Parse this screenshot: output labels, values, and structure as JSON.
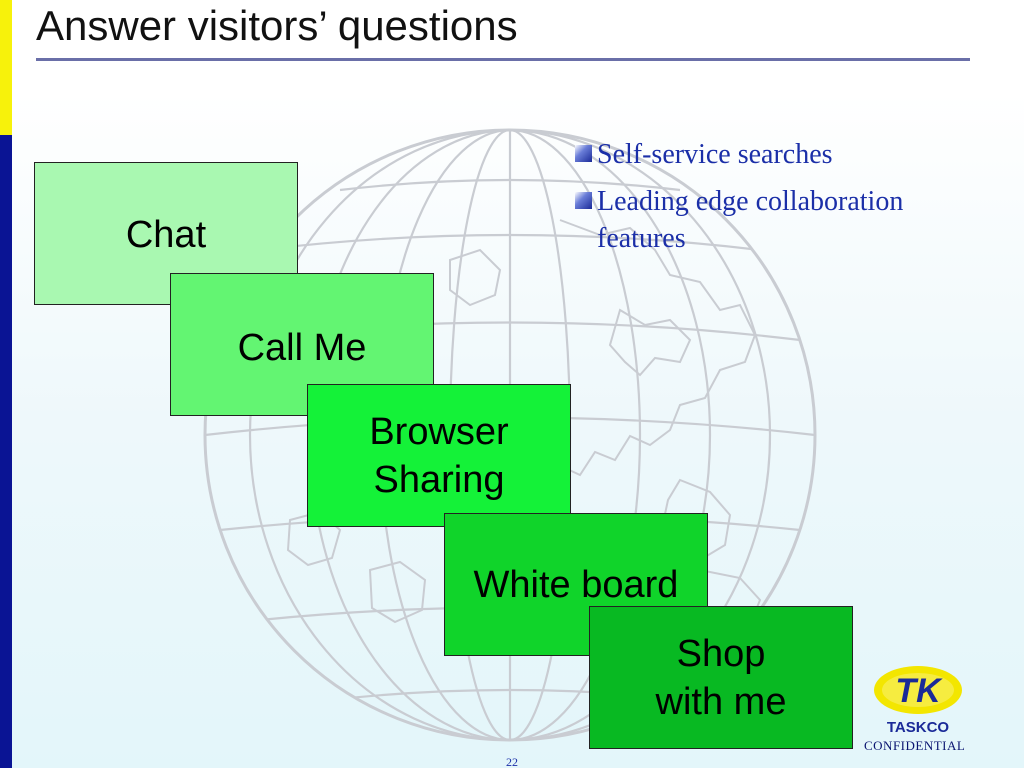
{
  "slide": {
    "title": "Answer visitors’ questions",
    "bullets": [
      "Self-service searches",
      "Leading edge collaboration features"
    ],
    "steps": [
      {
        "label": "Chat"
      },
      {
        "label": "Call Me"
      },
      {
        "label": "Browser Sharing"
      },
      {
        "label": "White board"
      },
      {
        "label": "Shop with me"
      }
    ],
    "logo_text": "TK",
    "brand_name": "TASKCO",
    "confidential": "CONFIDENTIAL",
    "page_number": "22"
  },
  "colors": {
    "side_bar": "#0a1494",
    "side_bar_accent": "#f7f20b",
    "bullet_text": "#1b2fa8",
    "step_1": "#a9f8b1",
    "step_2": "#63f572",
    "step_3": "#14f238",
    "step_4": "#10d42a",
    "step_5": "#08b922"
  }
}
